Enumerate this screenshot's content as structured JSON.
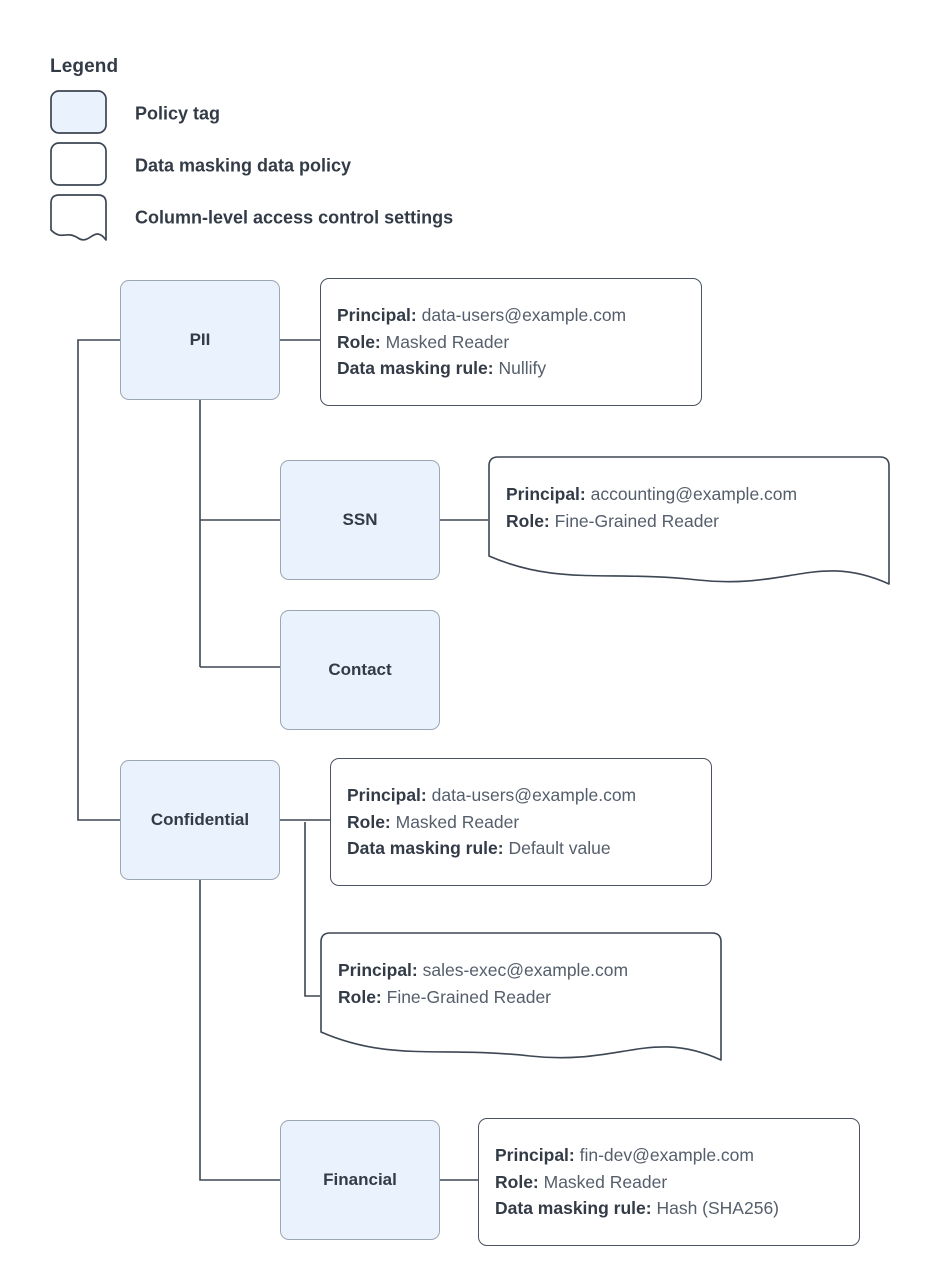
{
  "legend": {
    "title": "Legend",
    "items": [
      {
        "shape": "filled-rounded-rect",
        "label": "Policy tag"
      },
      {
        "shape": "rounded-rect",
        "label": "Data masking data policy"
      },
      {
        "shape": "wavy-bottom-rect",
        "label": "Column-level access control settings"
      }
    ]
  },
  "colors": {
    "tag_fill": "#eaf2fd",
    "tag_border": "#9aa7b5",
    "policy_border": "#4a5361",
    "text": "#333b47",
    "value_text": "#555e6b",
    "wire": "#3d4653",
    "background": "#ffffff"
  },
  "labels": {
    "principal": "Principal:",
    "role": "Role:",
    "masking_rule": "Data masking rule:"
  },
  "nodes": {
    "pii": "PII",
    "ssn": "SSN",
    "contact": "Contact",
    "confidential": "Confidential",
    "financial": "Financial"
  },
  "policies": {
    "pii": {
      "principal": "data-users@example.com",
      "role": "Masked Reader",
      "masking_rule": "Nullify"
    },
    "ssn": {
      "principal": "accounting@example.com",
      "role": "Fine-Grained Reader"
    },
    "confidential": {
      "principal": "data-users@example.com",
      "role": "Masked Reader",
      "masking_rule": "Default value"
    },
    "confidential_acl": {
      "principal": "sales-exec@example.com",
      "role": "Fine-Grained Reader"
    },
    "financial": {
      "principal": "fin-dev@example.com",
      "role": "Masked Reader",
      "masking_rule": "Hash (SHA256)"
    }
  }
}
